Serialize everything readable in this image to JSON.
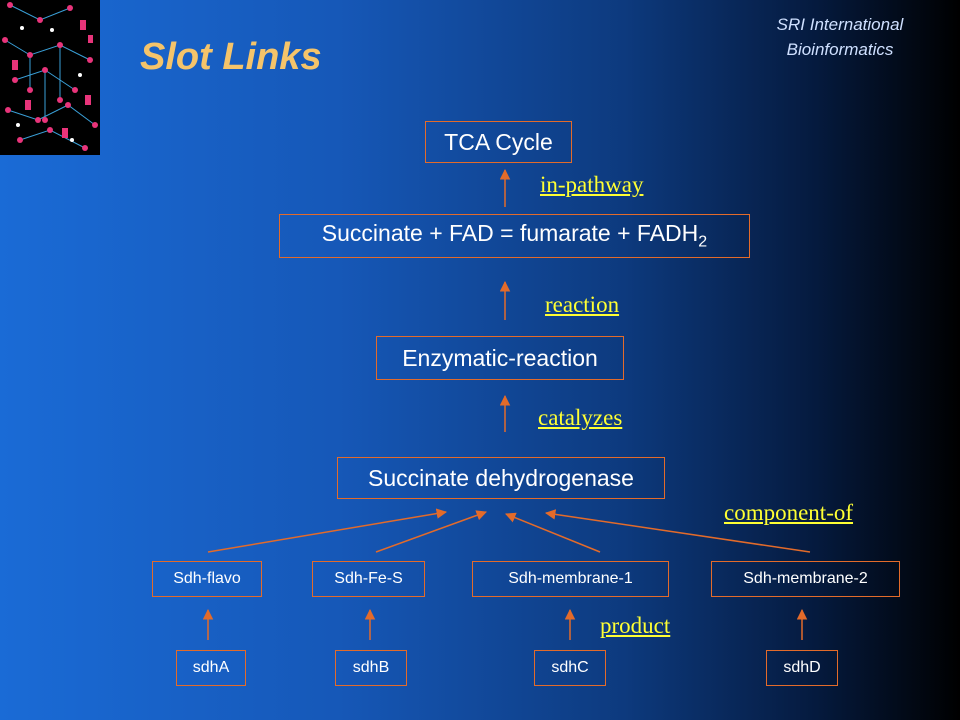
{
  "header": {
    "org_line1": "SRI International",
    "org_line2": "Bioinformatics",
    "title": "Slot Links"
  },
  "diagram": {
    "top_box": "TCA Cycle",
    "reaction_box_main": "Succinate + FAD = fumarate + FADH",
    "reaction_box_sub": "2",
    "enzrxn_box": "Enzymatic-reaction",
    "enzyme_box": "Succinate dehydrogenase",
    "slots": {
      "in_pathway": "in-pathway",
      "reaction": "reaction",
      "catalyzes": "catalyzes",
      "component_of": "component-of",
      "product": "product"
    },
    "components": [
      "Sdh-flavo",
      "Sdh-Fe-S",
      "Sdh-membrane-1",
      "Sdh-membrane-2"
    ],
    "genes": [
      "sdhA",
      "sdhB",
      "sdhC",
      "sdhD"
    ]
  },
  "colors": {
    "box_border": "#e36b2a",
    "link_text": "#ffff33",
    "title": "#f5c46a"
  },
  "icons": [
    "pathway-map-logo"
  ]
}
